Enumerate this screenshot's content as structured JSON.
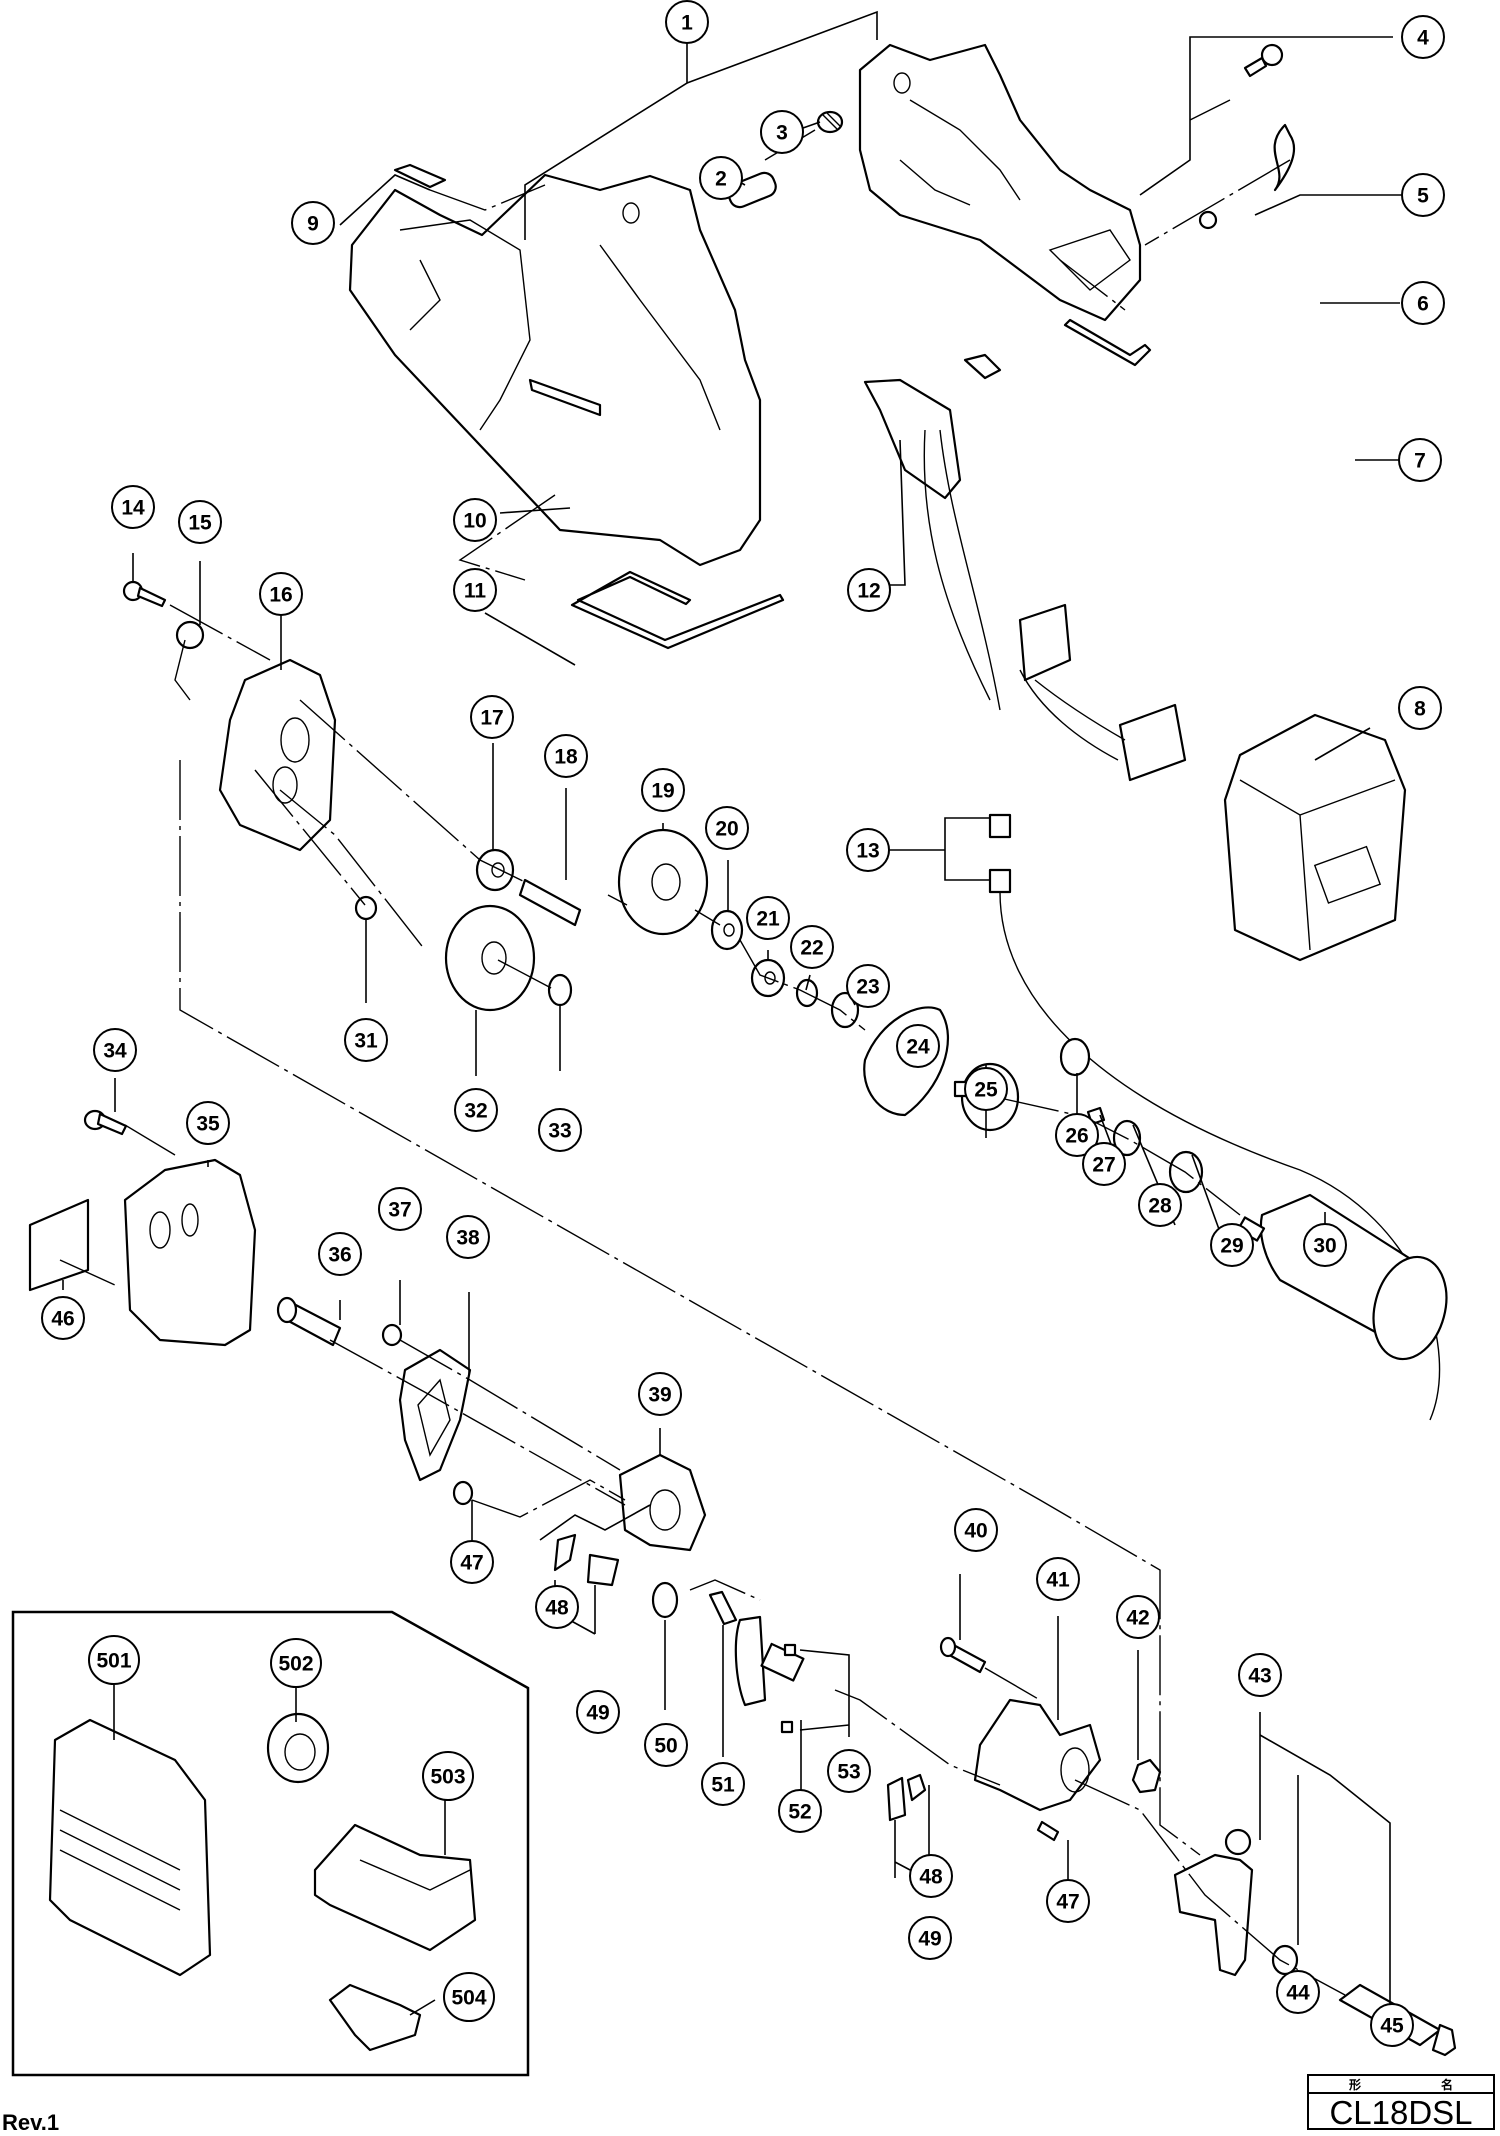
{
  "document": {
    "type": "exploded parts diagram",
    "model_header_label": [
      "形",
      "名"
    ],
    "model_name": "CL18DSL",
    "revision": "Rev.1"
  },
  "callouts": [
    {
      "id": "1"
    },
    {
      "id": "2"
    },
    {
      "id": "3"
    },
    {
      "id": "4"
    },
    {
      "id": "5"
    },
    {
      "id": "6"
    },
    {
      "id": "7"
    },
    {
      "id": "8"
    },
    {
      "id": "9"
    },
    {
      "id": "10"
    },
    {
      "id": "11"
    },
    {
      "id": "12"
    },
    {
      "id": "13"
    },
    {
      "id": "14"
    },
    {
      "id": "15"
    },
    {
      "id": "16"
    },
    {
      "id": "17"
    },
    {
      "id": "18"
    },
    {
      "id": "19"
    },
    {
      "id": "20"
    },
    {
      "id": "21"
    },
    {
      "id": "22"
    },
    {
      "id": "23"
    },
    {
      "id": "24"
    },
    {
      "id": "25"
    },
    {
      "id": "26"
    },
    {
      "id": "27"
    },
    {
      "id": "28"
    },
    {
      "id": "29"
    },
    {
      "id": "30"
    },
    {
      "id": "31"
    },
    {
      "id": "32"
    },
    {
      "id": "33"
    },
    {
      "id": "34"
    },
    {
      "id": "35"
    },
    {
      "id": "36"
    },
    {
      "id": "37"
    },
    {
      "id": "38"
    },
    {
      "id": "39"
    },
    {
      "id": "40"
    },
    {
      "id": "41"
    },
    {
      "id": "42"
    },
    {
      "id": "43"
    },
    {
      "id": "44"
    },
    {
      "id": "45"
    },
    {
      "id": "46"
    },
    {
      "id": "47"
    },
    {
      "id": "47"
    },
    {
      "id": "48"
    },
    {
      "id": "48"
    },
    {
      "id": "49"
    },
    {
      "id": "49"
    },
    {
      "id": "50"
    },
    {
      "id": "51"
    },
    {
      "id": "52"
    },
    {
      "id": "53"
    }
  ],
  "accessories": {
    "callouts": [
      {
        "id": "501"
      },
      {
        "id": "502"
      },
      {
        "id": "503"
      },
      {
        "id": "504"
      }
    ]
  }
}
